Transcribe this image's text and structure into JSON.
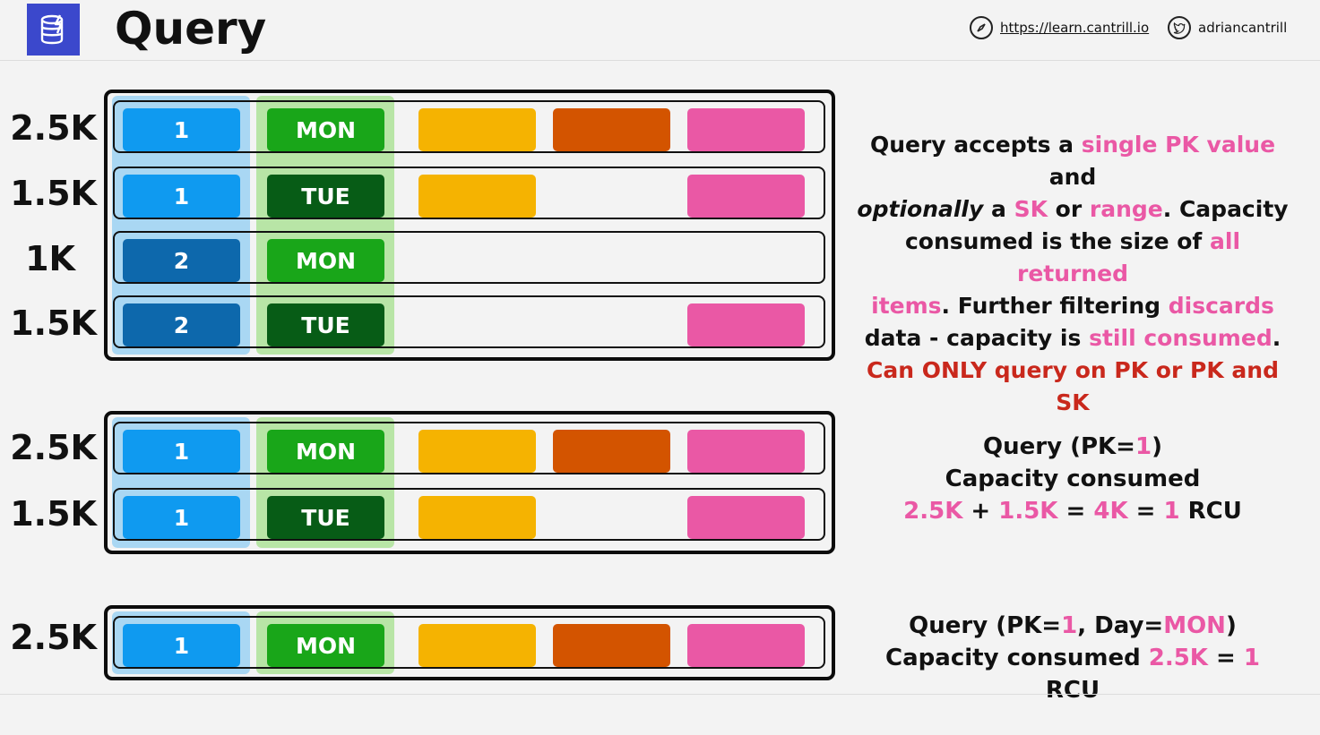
{
  "header": {
    "title": "Query",
    "website": "https://learn.cantrill.io",
    "twitter": "adriancantrill"
  },
  "tables": [
    {
      "rows": [
        {
          "size": "2.5K",
          "pk": "1",
          "sk": "MON",
          "attrs": [
            true,
            true,
            true
          ]
        },
        {
          "size": "1.5K",
          "pk": "1",
          "sk": "TUE",
          "attrs": [
            true,
            false,
            true
          ]
        },
        {
          "size": "1K",
          "pk": "2",
          "sk": "MON",
          "attrs": [
            false,
            false,
            false
          ]
        },
        {
          "size": "1.5K",
          "pk": "2",
          "sk": "TUE",
          "attrs": [
            false,
            false,
            true
          ]
        }
      ]
    },
    {
      "rows": [
        {
          "size": "2.5K",
          "pk": "1",
          "sk": "MON",
          "attrs": [
            true,
            true,
            true
          ]
        },
        {
          "size": "1.5K",
          "pk": "1",
          "sk": "TUE",
          "attrs": [
            true,
            false,
            true
          ]
        }
      ]
    },
    {
      "rows": [
        {
          "size": "2.5K",
          "pk": "1",
          "sk": "MON",
          "attrs": [
            true,
            true,
            true
          ]
        }
      ]
    }
  ],
  "notes": {
    "main": {
      "l1a": "Query accepts a ",
      "l1b": "single PK value",
      "l1c": " and",
      "l2a": "optionally",
      "l2b": " a ",
      "l2c": "SK",
      "l2d": " or ",
      "l2e": "range",
      "l2f": ". Capacity",
      "l3a": "consumed is the size of ",
      "l3b": "all returned",
      "l4a": "items",
      "l4b": ". Further filtering ",
      "l4c": "discards",
      "l5a": "data - capacity is ",
      "l5b": "still consumed",
      "l5c": ".",
      "l6": "Can ONLY query on PK or PK and SK"
    },
    "q1": {
      "l1a": "Query (PK=",
      "l1b": "1",
      "l1c": ")",
      "l2": "Capacity consumed",
      "l3a": "2.5K",
      "l3b": " + ",
      "l3c": "1.5K",
      "l3d": " = ",
      "l3e": "4K",
      "l3f": " = ",
      "l3g": "1",
      "l3h": " RCU"
    },
    "q2": {
      "l1a": "Query (PK=",
      "l1b": "1",
      "l1c": ", Day=",
      "l1d": "MON",
      "l1e": ")",
      "l2a": "Capacity consumed ",
      "l2b": "2.5K",
      "l2c": " = ",
      "l2d": "1",
      "l2e": " RCU"
    }
  },
  "colors": {
    "pk_light": "#0f9af0",
    "pk_dark": "#0d68ac",
    "sk_mon": "#19a619",
    "sk_tue": "#075c16",
    "attr1": "#f5b301",
    "attr2": "#d35400",
    "attr3": "#ea58a5",
    "highlight": "#ea58a5",
    "warning": "#c9281c"
  }
}
